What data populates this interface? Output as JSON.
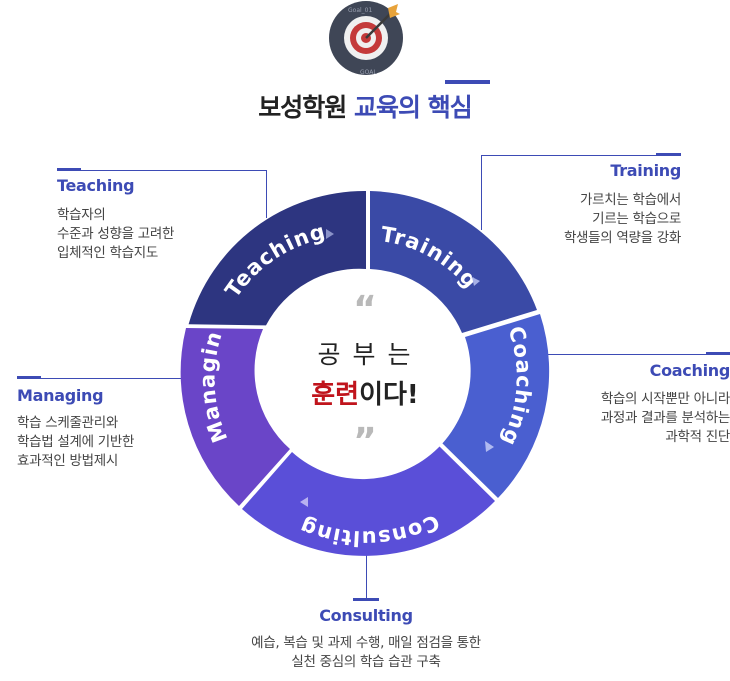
{
  "header": {
    "title_main": "보성학원",
    "title_accent": "교육의 핵심",
    "target_icon_text_top": "Goal_01",
    "target_icon_text_bottom": "GOAL"
  },
  "wheel": {
    "segments": [
      "Training",
      "Coaching",
      "Consulting",
      "Managing",
      "Teaching"
    ],
    "center_line1": "공 부 는",
    "center_highlight": "훈련",
    "center_rest": "이다!",
    "open_quote": "“",
    "close_quote": "”"
  },
  "sections": {
    "teaching": {
      "title": "Teaching",
      "body": "학습자의\n수준과 성향을 고려한\n입체적인 학습지도"
    },
    "training": {
      "title": "Training",
      "body": "가르치는 학습에서\n기르는 학습으로\n학생들의 역량을 강화"
    },
    "managing": {
      "title": "Managing",
      "body": "학습 스케줄관리와\n학습법 설계에 기반한\n효과적인 방법제시"
    },
    "coaching": {
      "title": "Coaching",
      "body": "학습의 시작뿐만 아니라\n과정과 결과를 분석하는\n과학적 진단"
    },
    "consulting": {
      "title": "Consulting",
      "body": "예습, 복습 및 과제 수행, 매일 점검을 통한\n실천 중심의 학습 습관 구축"
    }
  },
  "colors": {
    "accent": "#3d4bb5",
    "teaching": "#2d3580",
    "training": "#3a4aa6",
    "coaching": "#4a5fd0",
    "consulting": "#5a4fd8",
    "managing": "#6a45c8",
    "highlight": "#c0141c"
  }
}
